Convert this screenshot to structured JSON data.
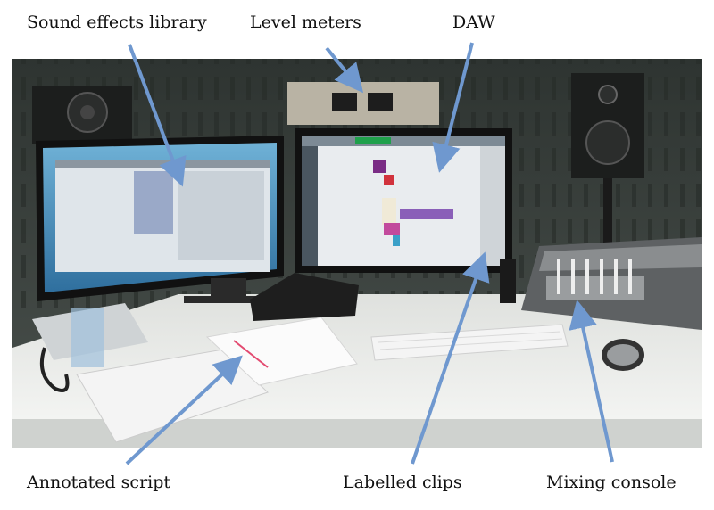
{
  "labels": {
    "sound_effects_library": "Sound effects library",
    "level_meters": "Level meters",
    "daw": "DAW",
    "annotated_script": "Annotated script",
    "labelled_clips": "Labelled clips",
    "mixing_console": "Mixing console"
  },
  "colors": {
    "arrow": "#6f98cf",
    "wall": "#3d4440",
    "desk": "#e9ebe8",
    "screen_left": "#4f8fb8",
    "screen_right": "#e9ecef",
    "console": "#7b7e80"
  }
}
